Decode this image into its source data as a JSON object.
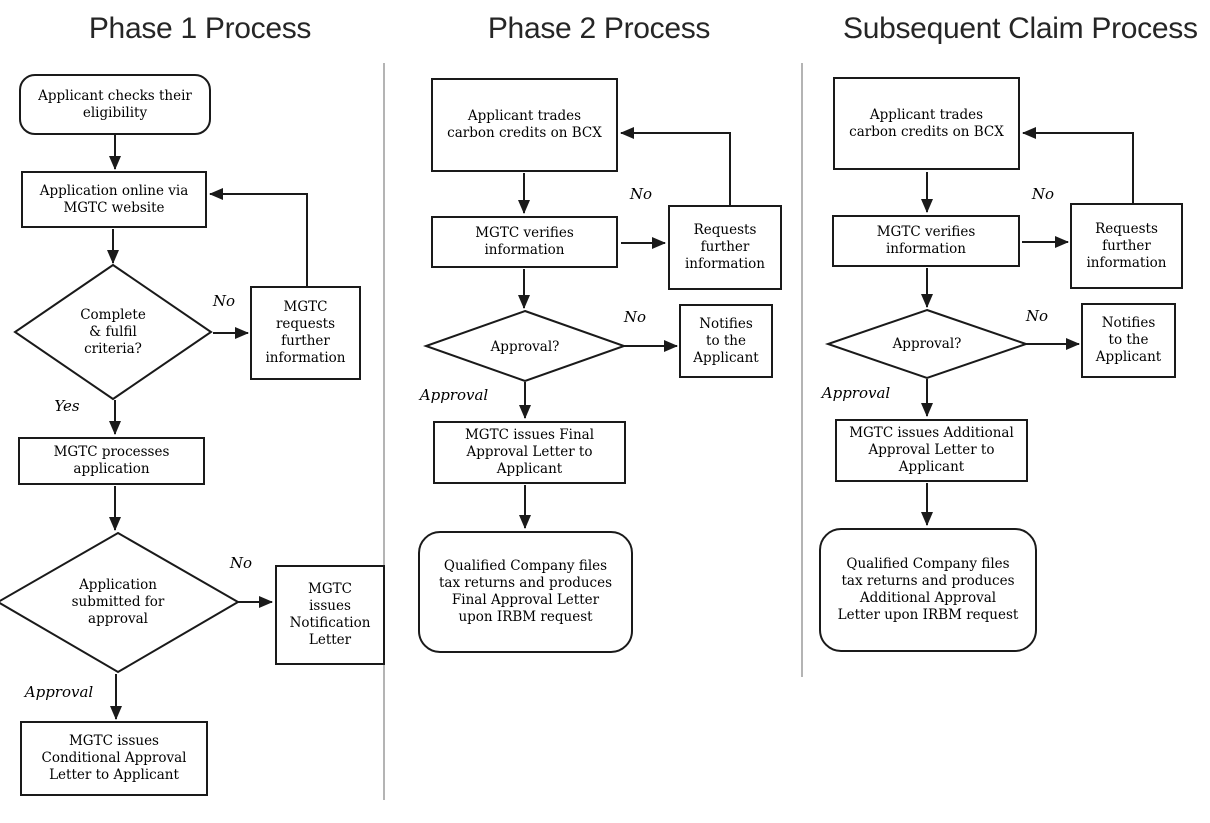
{
  "colors": {
    "stroke": "#1a1a1a",
    "divider": "#9b9b9b",
    "title_text": "#262626"
  },
  "phase1": {
    "title": "Phase 1 Process",
    "nodes": {
      "start": "Applicant checks their\neligibility",
      "online": "Application online via\nMGTC website",
      "criteria": "Complete\n& fulfil\ncriteria?",
      "requests": "MGTC\nrequests\nfurther\ninformation",
      "processes": "MGTC processes\napplication",
      "submitted": "Application\nsubmitted for\napproval",
      "notification": "MGTC\nissues\nNotification\nLetter",
      "conditional": "MGTC issues\nConditional Approval\nLetter to Applicant"
    },
    "labels": {
      "no1": "No",
      "yes": "Yes",
      "no2": "No",
      "approval": "Approval"
    }
  },
  "phase2": {
    "title": "Phase 2 Process",
    "nodes": {
      "trades": "Applicant trades\ncarbon credits on BCX",
      "verifies": "MGTC verifies\ninformation",
      "requests": "Requests\nfurther\ninformation",
      "approval_q": "Approval?",
      "notifies": "Notifies\nto the\nApplicant",
      "letter": "MGTC issues Final\nApproval Letter to\nApplicant",
      "qualified": "Qualified Company files\ntax returns and produces\nFinal Approval Letter\nupon IRBM request"
    },
    "labels": {
      "no1": "No",
      "no2": "No",
      "approval": "Approval"
    }
  },
  "subsequent": {
    "title": "Subsequent Claim Process",
    "nodes": {
      "trades": "Applicant trades\ncarbon credits on BCX",
      "verifies": "MGTC verifies\ninformation",
      "requests": "Requests\nfurther\ninformation",
      "approval_q": "Approval?",
      "notifies": "Notifies\nto the\nApplicant",
      "letter": "MGTC issues Additional\nApproval Letter to\nApplicant",
      "qualified": "Qualified Company files\ntax returns and produces\nAdditional Approval\nLetter upon IRBM request"
    },
    "labels": {
      "no1": "No",
      "no2": "No",
      "approval": "Approval"
    }
  }
}
